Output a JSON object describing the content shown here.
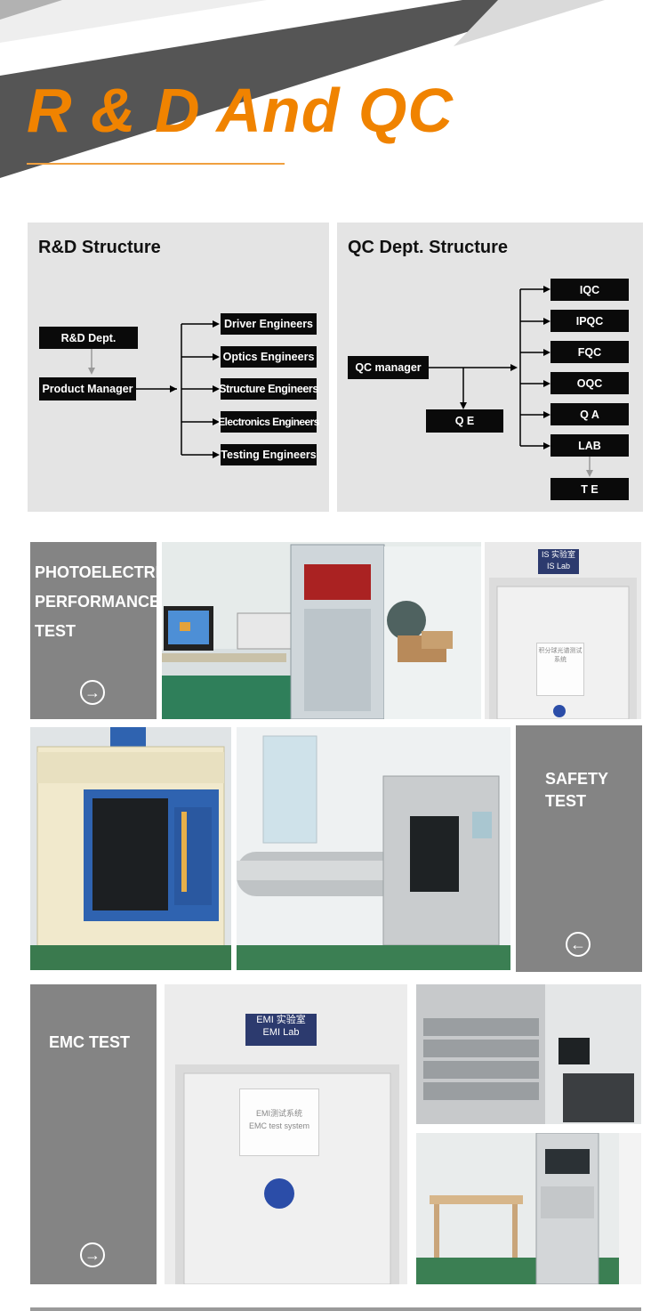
{
  "header": {
    "title": "R & D And QC"
  },
  "rd": {
    "title": "R&D Structure",
    "dept": "R&D Dept.",
    "manager": "Product Manager",
    "engineers": [
      "Driver Engineers",
      "Optics Engineers",
      "Structure Engineers",
      "Electronics Engineers",
      "Testing Engineers"
    ]
  },
  "qc": {
    "title": "QC Dept. Structure",
    "manager": "QC manager",
    "qe": "Q E",
    "branches": [
      "IQC",
      "IPQC",
      "FQC",
      "OQC",
      "Q A",
      "LAB"
    ],
    "te": "T E"
  },
  "tests": {
    "photoelectric": "PHOTOELECTRIC\nPERFORMANCE\nTEST",
    "safety": "SAFETY\nTEST",
    "emc": "EMC TEST"
  },
  "photos": {
    "is_lab_sign": "IS 实验室\nIS Lab",
    "is_lab_paper": "积分球光谱测试系统",
    "emi_sign": "EMI 实验室\nEMI Lab",
    "emi_paper": "EMI测试系统\nEMC test system"
  },
  "colors": {
    "accent": "#f08300",
    "tile": "#848484",
    "box": "#0a0a0a",
    "panel": "#e4e4e4"
  },
  "icons": {
    "next": "arrow-right-circle-icon",
    "prev": "arrow-left-circle-icon"
  }
}
